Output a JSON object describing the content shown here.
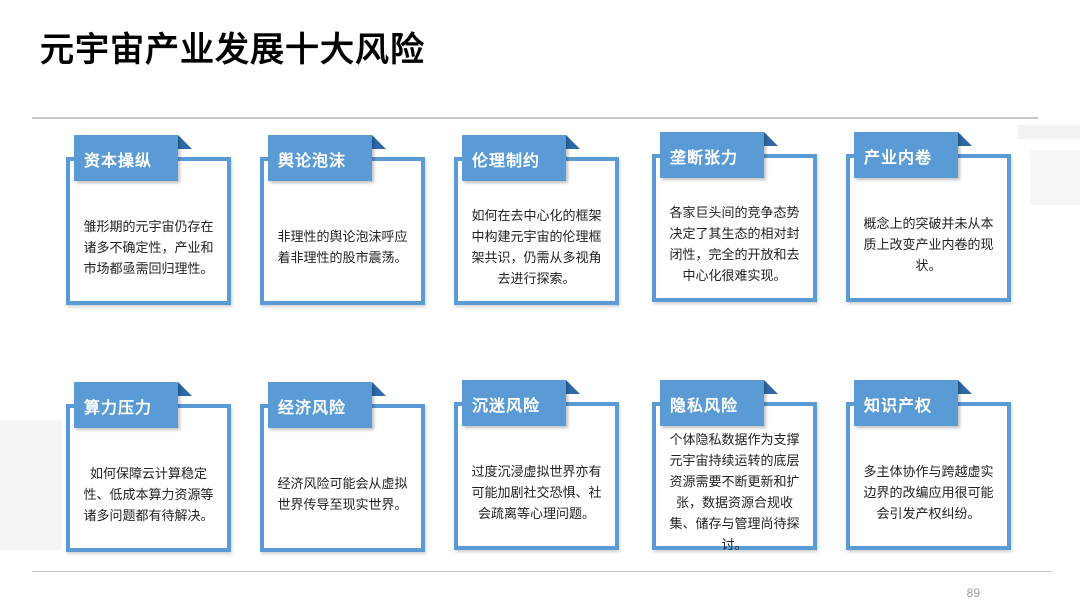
{
  "slide": {
    "title": "元宇宙产业发展十大风险",
    "page_number": "89"
  },
  "cards": [
    {
      "heading": "资本操纵",
      "body": "雏形期的元宇宙仍存在诸多不确定性，产业和市场都亟需回归理性。"
    },
    {
      "heading": "舆论泡沫",
      "body": "非理性的舆论泡沫呼应着非理性的股市震荡。"
    },
    {
      "heading": "伦理制约",
      "body": "如何在去中心化的框架中构建元宇宙的伦理框架共识，仍需从多视角去进行探索。"
    },
    {
      "heading": "垄断张力",
      "body": "各家巨头间的竞争态势决定了其生态的相对封闭性，完全的开放和去中心化很难实现。"
    },
    {
      "heading": "产业内卷",
      "body": "概念上的突破并未从本质上改变产业内卷的现状。"
    },
    {
      "heading": "算力压力",
      "body": "如何保障云计算稳定性、低成本算力资源等诸多问题都有待解决。"
    },
    {
      "heading": "经济风险",
      "body": "经济风险可能会从虚拟世界传导至现实世界。"
    },
    {
      "heading": "沉迷风险",
      "body": "过度沉浸虚拟世界亦有可能加剧社交恐惧、社会疏离等心理问题。"
    },
    {
      "heading": "隐私风险",
      "body": "个体隐私数据作为支撑元宇宙持续运转的底层资源需要不断更新和扩张，数据资源合规收集、储存与管理尚待探讨。"
    },
    {
      "heading": "知识产权",
      "body": "多主体协作与跨越虚实边界的改编应用很可能会引发产权纠纷。"
    }
  ],
  "colors": {
    "accent": "#5b9bd5",
    "accent_dark": "#2f6aa8"
  }
}
